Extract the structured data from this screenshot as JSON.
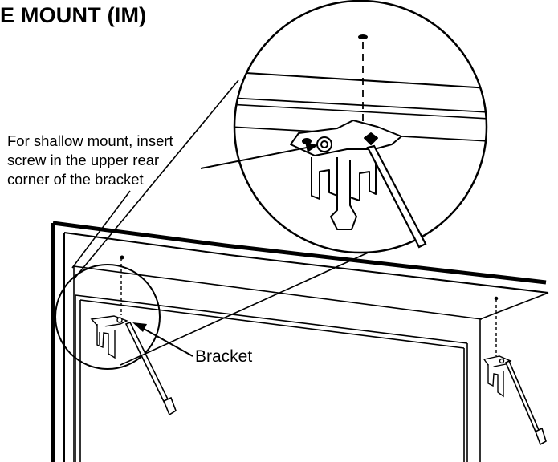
{
  "title": "E MOUNT (IM)",
  "callout": {
    "lines": [
      "For shallow mount, insert",
      "screw in the upper rear",
      "corner of the bracket"
    ]
  },
  "bracket_label": "Bracket",
  "colors": {
    "ink": "#000000",
    "background": "#ffffff"
  },
  "icons": [
    "bracket-icon",
    "screwdriver-icon",
    "screw-hole-icon"
  ]
}
